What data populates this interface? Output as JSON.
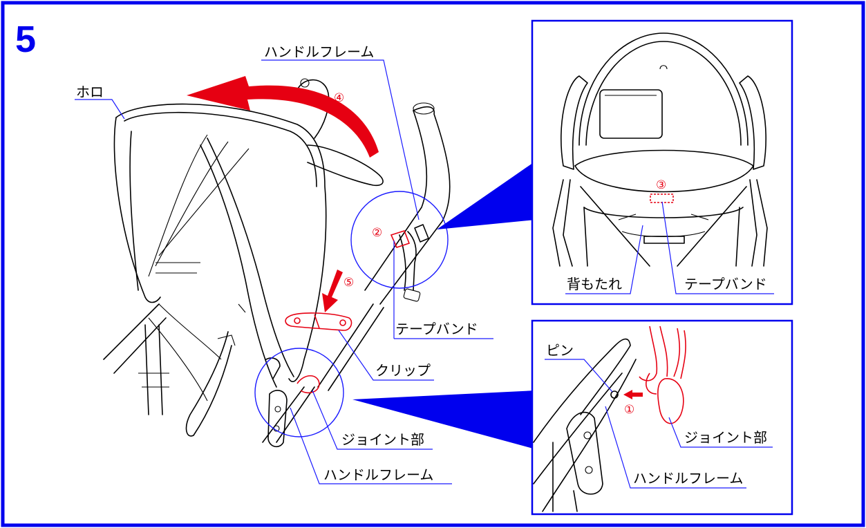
{
  "step_number": "5",
  "labels": {
    "hood": "ホロ",
    "handle_frame_top": "ハンドルフレーム",
    "tape_band_main": "テープバンド",
    "clip": "クリップ",
    "joint_main": "ジョイント部",
    "handle_frame_bottom": "ハンドルフレーム",
    "backrest": "背もたれ",
    "tape_band_inset": "テープバンド",
    "pin": "ピン",
    "joint_inset": "ジョイント部",
    "handle_frame_inset": "ハンドルフレーム"
  },
  "steps": {
    "s1": "①",
    "s2": "②",
    "s3": "③",
    "s4": "④",
    "s5": "⑤"
  },
  "colors": {
    "frame_border": "#0000ee",
    "accent_red": "#e60012",
    "leader_blue": "#1a1aff",
    "line_black": "#000000"
  }
}
